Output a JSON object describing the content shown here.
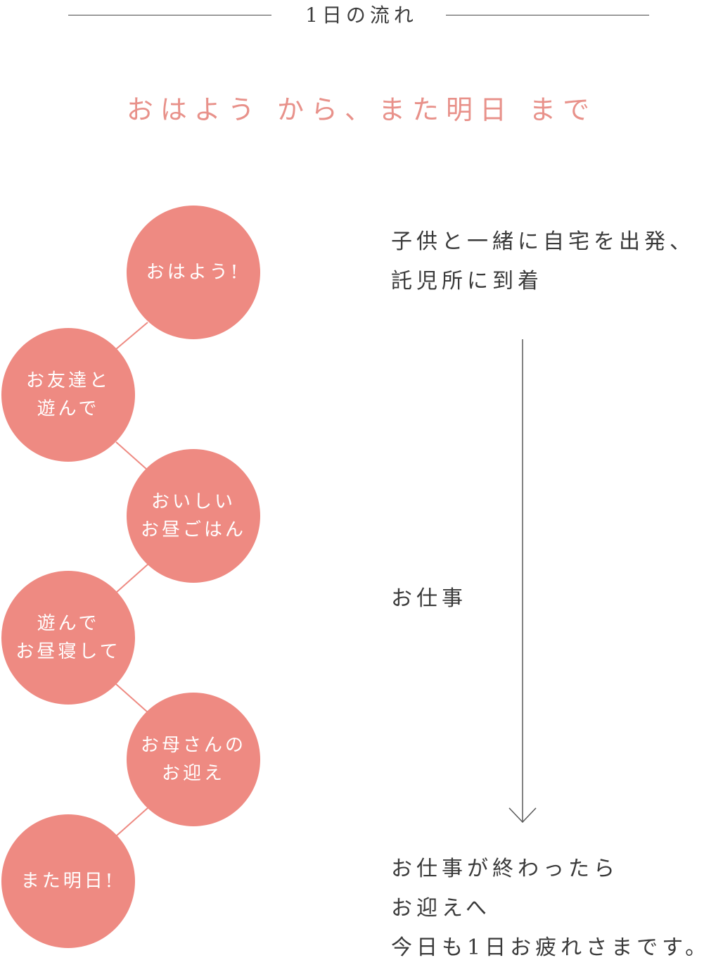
{
  "header": {
    "title": "1日の流れ"
  },
  "subtitle": "おはよう から、また明日 まで",
  "steps": [
    {
      "label": "おはよう!"
    },
    {
      "label": "お友達と\n遊んで"
    },
    {
      "label": "おいしい\nお昼ごはん"
    },
    {
      "label": "遊んで\nお昼寝して"
    },
    {
      "label": "お母さんの\nお迎え"
    },
    {
      "label": "また明日!"
    }
  ],
  "descriptions": {
    "start": "子供と一緒に自宅を出発、\n託児所に到着",
    "work": "お仕事",
    "end": "お仕事が終わったら\nお迎えへ\n今日も1日お疲れさまです。"
  },
  "colors": {
    "accent": "#ee8a82",
    "subtitle": "#e8918a",
    "text": "#3a3a3a",
    "line": "#4a4a4a"
  }
}
